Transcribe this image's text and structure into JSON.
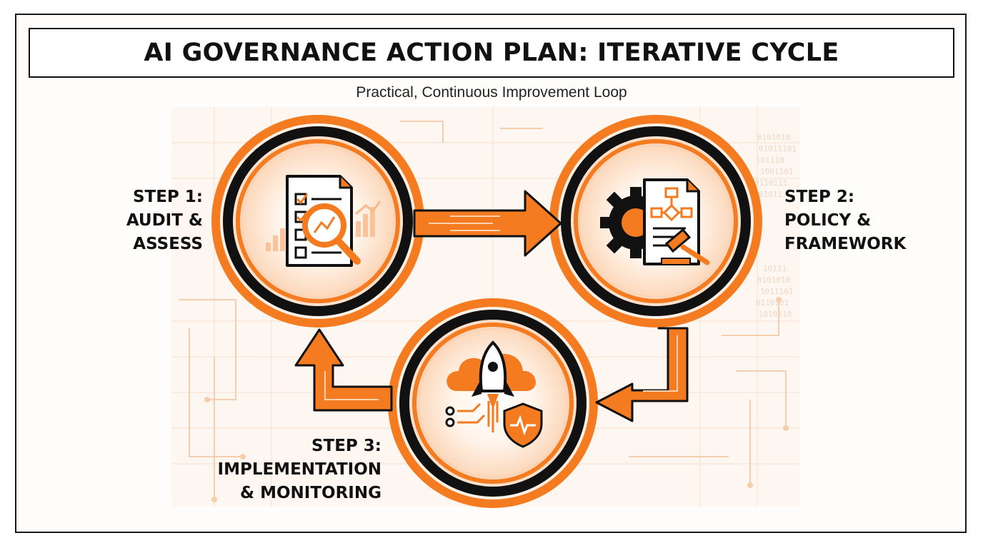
{
  "header": {
    "title": "AI GOVERNANCE ACTION PLAN: ITERATIVE CYCLE",
    "subtitle": "Practical, Continuous Improvement Loop"
  },
  "steps": [
    {
      "number": "STEP 1:",
      "line2": "AUDIT &",
      "line3": "ASSESS",
      "icon": "audit-checklist-magnifier-icon"
    },
    {
      "number": "STEP 2:",
      "line2": "POLICY &",
      "line3": "FRAMEWORK",
      "icon": "policy-gear-gavel-icon"
    },
    {
      "number": "STEP 3:",
      "line2": "IMPLEMENTATION",
      "line3": "& MONITORING",
      "icon": "rocket-cloud-shield-icon"
    }
  ],
  "flow": [
    "step-1-to-step-2",
    "step-2-to-step-3",
    "step-3-to-step-1"
  ],
  "colors": {
    "accent": "#f47b20",
    "ring_dark": "#111111",
    "glow": "#fde3cf",
    "text": "#111111"
  }
}
